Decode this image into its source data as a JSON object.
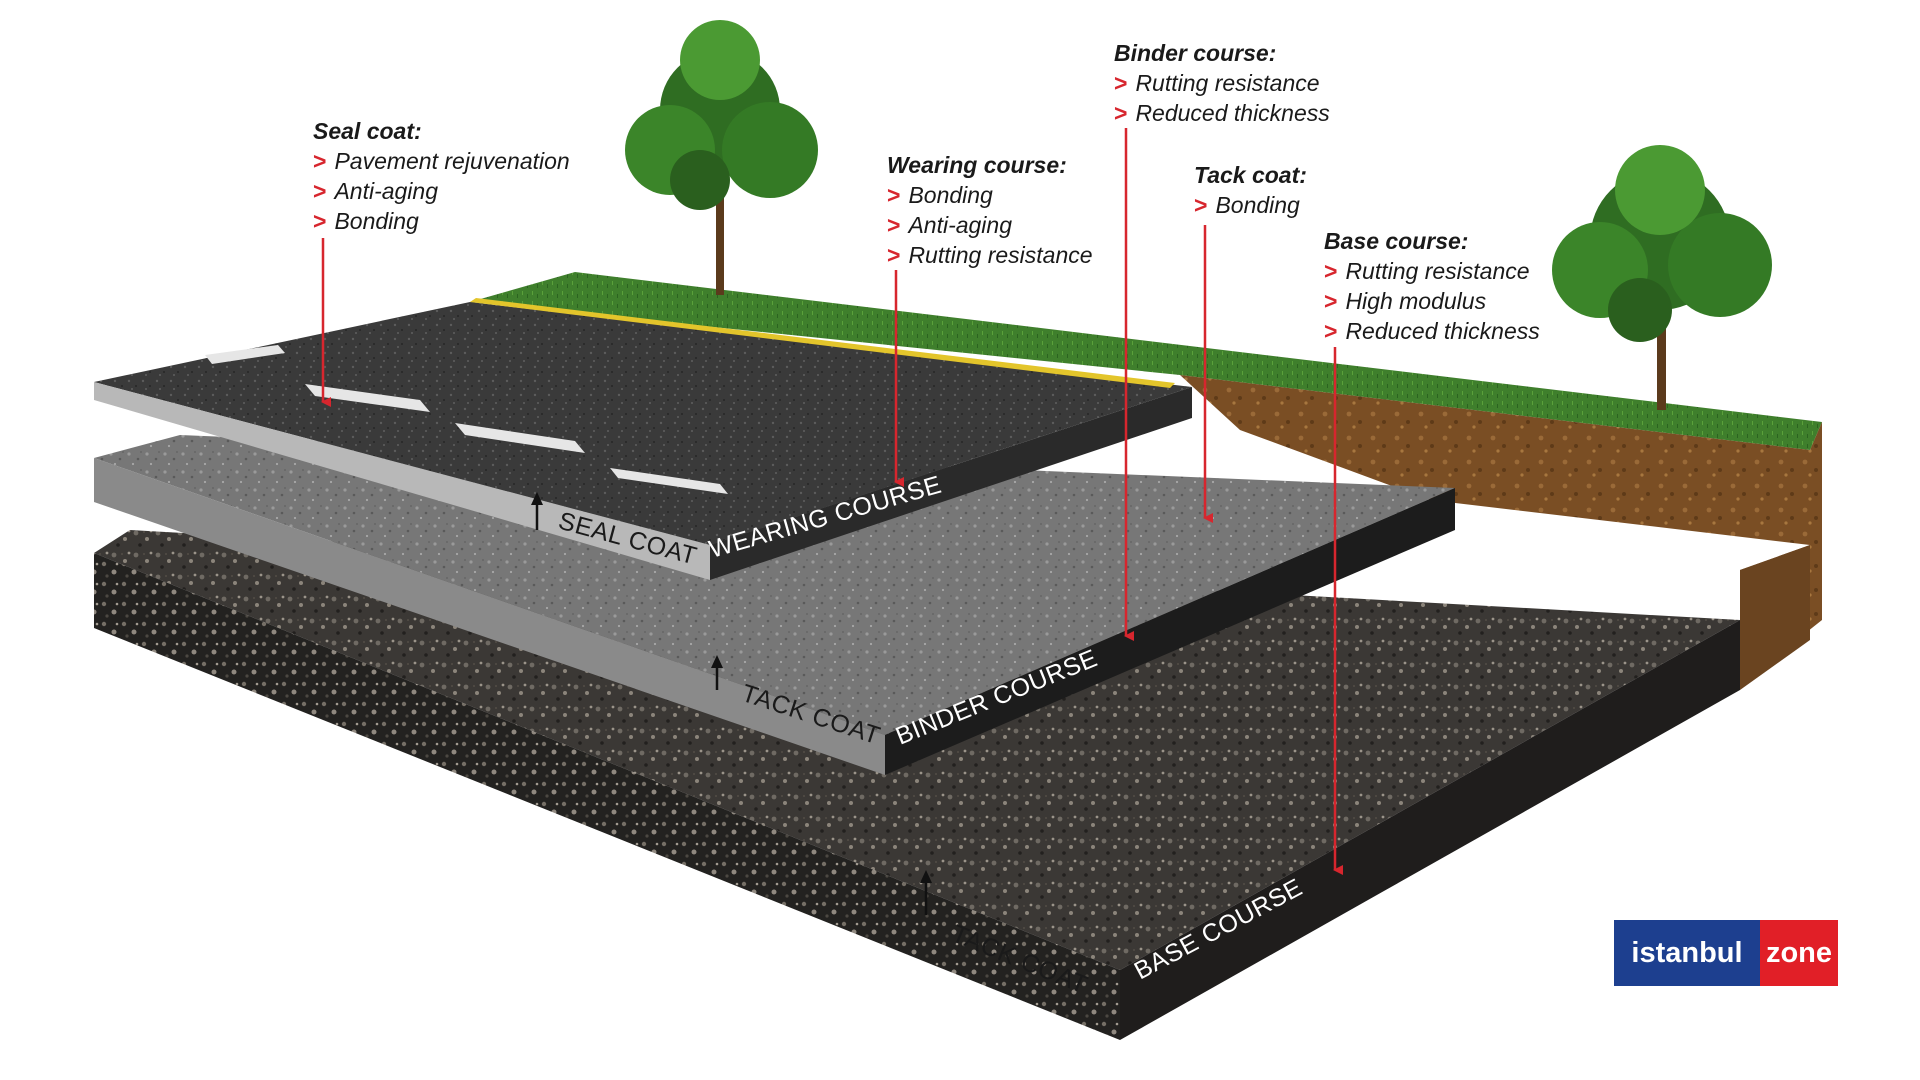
{
  "callouts": {
    "seal_coat": {
      "title": "Seal coat:",
      "items": [
        "Pavement rejuvenation",
        "Anti-aging",
        "Bonding"
      ]
    },
    "wearing_course": {
      "title": "Wearing course:",
      "items": [
        "Bonding",
        "Anti-aging",
        "Rutting resistance"
      ]
    },
    "binder_course": {
      "title": "Binder course:",
      "items": [
        "Rutting resistance",
        "Reduced thickness"
      ]
    },
    "tack_coat": {
      "title": "Tack coat:",
      "items": [
        "Bonding"
      ]
    },
    "base_course": {
      "title": "Base course:",
      "items": [
        "Rutting resistance",
        "High modulus",
        "Reduced thickness"
      ]
    }
  },
  "bullet_marker": ">",
  "layer_labels": {
    "seal_coat": "SEAL COAT",
    "wearing_course": "WEARING COURSE",
    "tack_coat_upper": "TACK COAT",
    "binder_course": "BINDER COURSE",
    "tack_coat_lower": "TACK COAT",
    "base_course": "BASE COURSE"
  },
  "logo": {
    "part1": "istanbul",
    "part2": "zone"
  },
  "colors": {
    "arrow_red": "#d7262e",
    "grass": "#3f7f2c",
    "soil": "#8a5a2b",
    "wearing_top": "#4a4a4a",
    "binder_top": "#6e6e6e",
    "base_top": "#3b3835",
    "lane_white": "#e6e6e6",
    "center_line_yellow": "#e3c52b",
    "logo_blue": "#1d3f8f",
    "logo_red": "#e11f27"
  },
  "icons": [
    "tree-icon",
    "up-arrow-icon",
    "red-arrow-icon",
    "chevron-right-icon"
  ]
}
